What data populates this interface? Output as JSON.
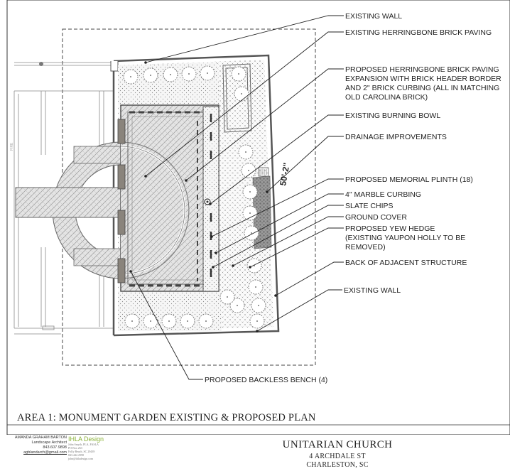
{
  "labels": {
    "existing_wall_top": "EXISTING WALL",
    "existing_paving": "EXISTING HERRINGBONE BRICK PAVING",
    "proposed_paving_line1": "PROPOSED HERRINGBONE BRICK PAVING",
    "proposed_paving_line2": "EXPANSION WITH BRICK HEADER BORDER",
    "proposed_paving_line3": "AND 2\" BRICK CURBING (ALL IN MATCHING",
    "proposed_paving_line4": "OLD CAROLINA BRICK)",
    "burning_bowl": "EXISTING BURNING BOWL",
    "drainage": "DRAINAGE IMPROVEMENTS",
    "memorial_plinth": "PROPOSED MEMORIAL PLINTH (18)",
    "marble_curbing": "4\" MARBLE CURBING",
    "slate_chips": "SLATE CHIPS",
    "ground_cover": "GROUND COVER",
    "yew_hedge_line1": "PROPOSED YEW HEDGE",
    "yew_hedge_line2": "(EXISTING YAUPON HOLLY TO BE",
    "yew_hedge_line3": "REMOVED)",
    "adjacent_structure": "BACK OF ADJACENT STRUCTURE",
    "existing_wall_bottom": "EXISTING WALL",
    "backless_bench": "PROPOSED BACKLESS BENCH (4)",
    "dimension": "50'-2\"",
    "faint_tag": "FIRE"
  },
  "title": "AREA 1: MONUMENT GARDEN EXISTING & PROPOSED PLAN",
  "designer": {
    "name": "AMANDA GRAHAM BARTON",
    "role": "Landscape Architect",
    "phone": "843.607.9898",
    "email": "agblandarch@gmail.com"
  },
  "firm": {
    "logo": "IHLA Design",
    "details": [
      "John Smyth, PLA, FASLA",
      "PO Box 263",
      "Folly Beach, SC 29439",
      "843.442.2998",
      "john@ihladesign.com"
    ]
  },
  "client": {
    "name": "UNITARIAN CHURCH",
    "street": "4 ARCHDALE ST",
    "city": "CHARLESTON, SC"
  },
  "colors": {
    "ink": "#333333",
    "wall": "#555555",
    "bench": "#8a847c",
    "logo_green": "#8cb33c"
  }
}
